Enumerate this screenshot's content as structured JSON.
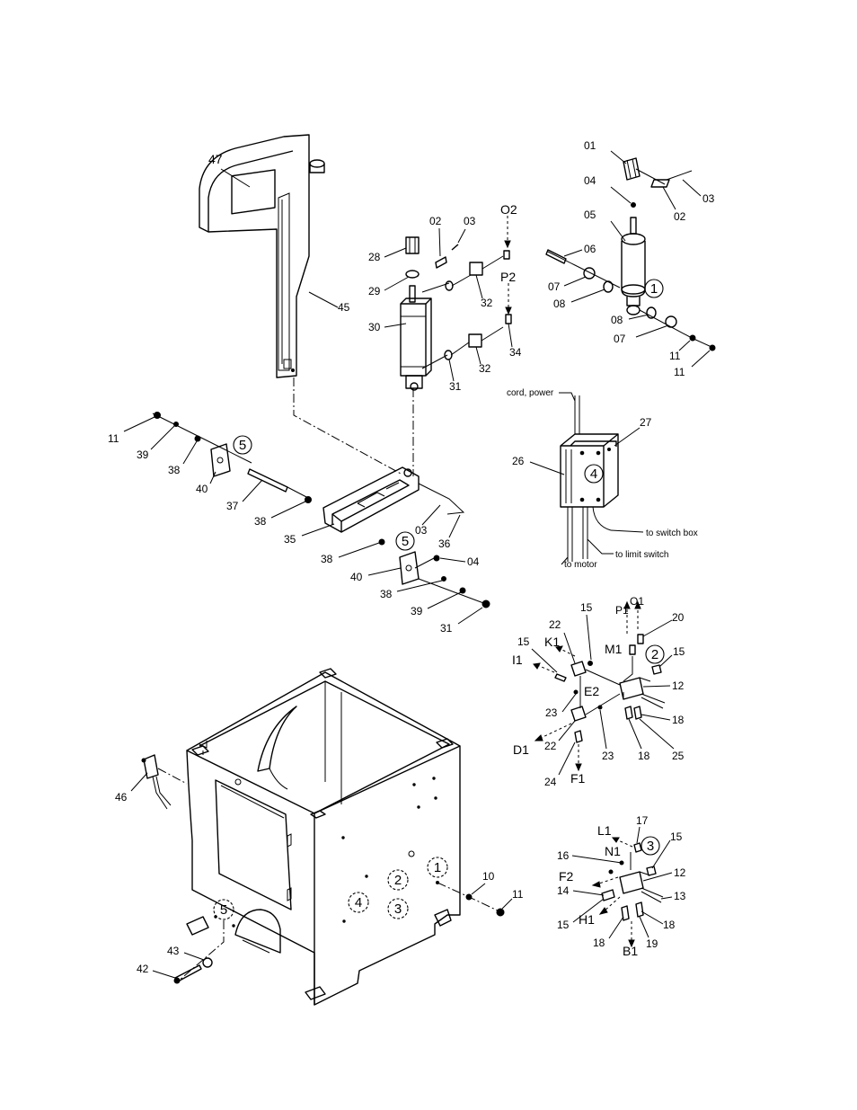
{
  "callouts": {
    "c01": "01",
    "c04a": "04",
    "c05": "05",
    "c03a": "03",
    "c02a": "02",
    "c06": "06",
    "c07a": "07",
    "c08a": "08",
    "c08b": "08",
    "c07b": "07",
    "c11a": "11",
    "c11b": "11",
    "c47": "47",
    "c45": "45",
    "c02b": "02",
    "c03b": "03",
    "cO2": "O2",
    "c28": "28",
    "c29": "29",
    "c30": "30",
    "c32a": "32",
    "cP2": "P2",
    "c34": "34",
    "c32b": "32",
    "c31a": "31",
    "c11c": "11",
    "c39a": "39",
    "c38a": "38",
    "c40a": "40",
    "c37": "37",
    "c38b": "38",
    "c35": "35",
    "c03c": "03",
    "c36": "36",
    "c38c": "38",
    "c40b": "40",
    "c04b": "04",
    "c38d": "38",
    "c39b": "39",
    "c31b": "31",
    "c26": "26",
    "c27": "27",
    "cP1": "P1",
    "cO1": "O1",
    "c20": "20",
    "c15a": "15",
    "c22a": "22",
    "cK1": "K1",
    "c15b": "15",
    "cI1": "I1",
    "cM1": "M1",
    "c15c": "15",
    "c12a": "12",
    "cE2": "E2",
    "c23a": "23",
    "c18a": "18",
    "cD1": "D1",
    "c22b": "22",
    "c23b": "23",
    "c18b": "18",
    "c25": "25",
    "c24": "24",
    "cF1": "F1",
    "cL1": "L1",
    "c17": "17",
    "c15d": "15",
    "cN1": "N1",
    "c16": "16",
    "cF2": "F2",
    "c12b": "12",
    "c14": "14",
    "c13": "13",
    "c15e": "15",
    "cH1": "H1",
    "c18c": "18",
    "c18d": "18",
    "c19": "19",
    "cB1": "B1",
    "c46": "46",
    "c10": "10",
    "c11d": "11",
    "c43": "43",
    "c42": "42"
  },
  "wiring_notes": {
    "cord_power": "cord, power",
    "to_switch_box": "to switch box",
    "to_limit_switch": "to limit switch",
    "to_motor": "to motor"
  },
  "circled_refs": {
    "r1a": "1",
    "r2a": "2",
    "r3a": "3",
    "r4a": "4",
    "r5a": "5",
    "r5b": "5",
    "r1b": "1",
    "r2b": "2",
    "r3b": "3",
    "r4b": "4",
    "r5c": "5"
  }
}
